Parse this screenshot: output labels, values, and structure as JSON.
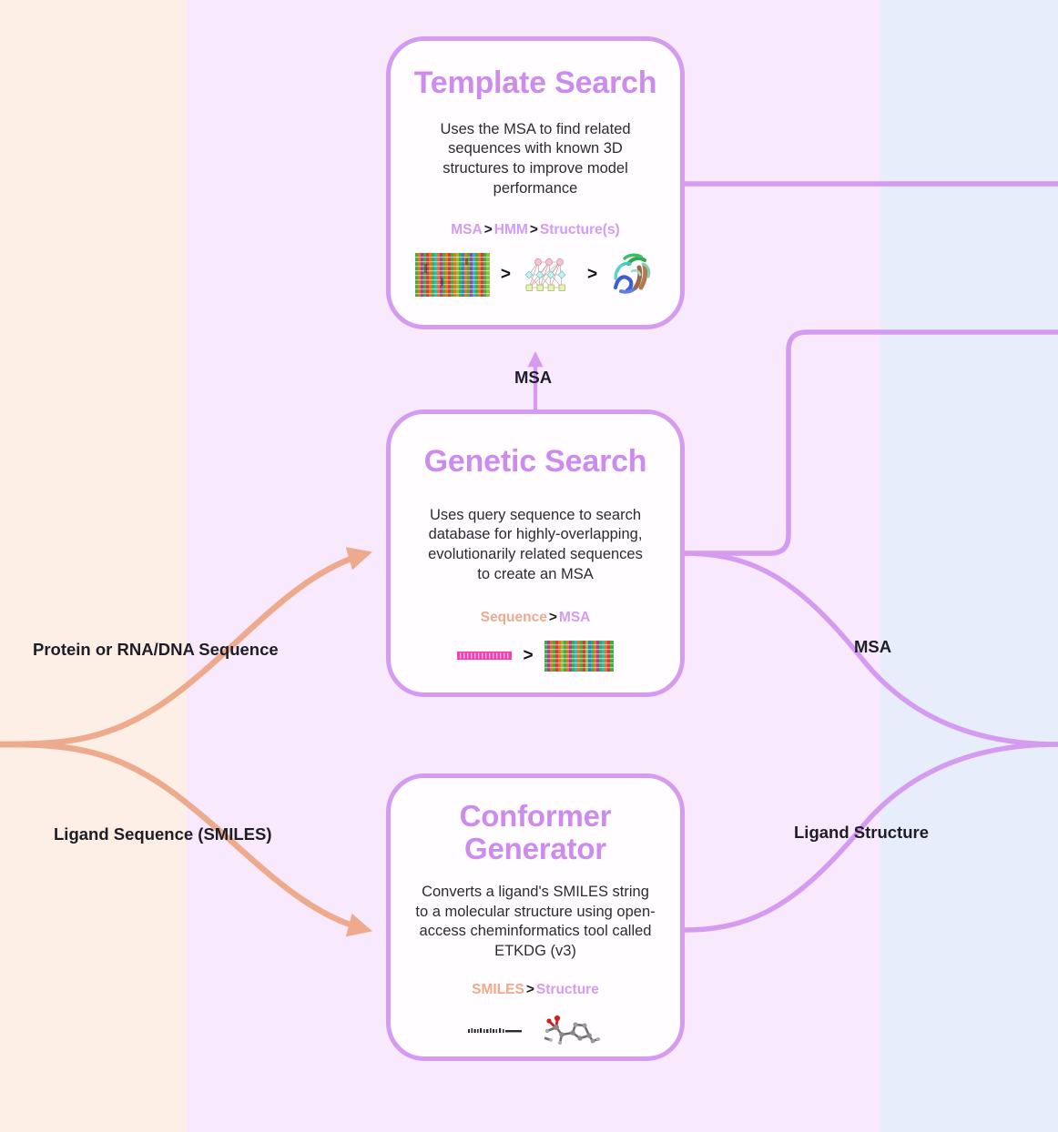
{
  "background": {
    "bands": [
      {
        "name": "input-band",
        "color": "#fdeee6"
      },
      {
        "name": "processing-band",
        "color": "#f8e9fd"
      },
      {
        "name": "output-band",
        "color": "#e7edfb"
      }
    ]
  },
  "theme": {
    "card_border": "#d49bf0",
    "card_bg": "#fffdff",
    "title_color": "#cd8bee",
    "purple_edge": "#d49bf0",
    "salmon_edge": "#eeaa8c",
    "text_color": "#2b2b33"
  },
  "cards": {
    "template_search": {
      "title": "Template Search",
      "description": "Uses the MSA to find related sequences with known 3D structures to improve model performance",
      "io": {
        "input": "MSA",
        "middle": "HMM",
        "output": "Structure(s)",
        "separator": ">"
      },
      "thumbnails": [
        "msa-grid-thumbnail",
        "hmm-graph-thumbnail",
        "protein-structure-thumbnail"
      ]
    },
    "genetic_search": {
      "title": "Genetic Search",
      "description": "Uses query sequence to search database for highly-overlapping, evolutionarily related sequences to create an MSA",
      "io": {
        "input": "Sequence",
        "output": "MSA",
        "separator": ">"
      },
      "thumbnails": [
        "sequence-strip-thumbnail",
        "msa-grid-thumbnail"
      ]
    },
    "conformer_generator": {
      "title": "Conformer Generator",
      "title_line1": "Conformer",
      "title_line2": "Generator",
      "description": "Converts a ligand's SMILES string to a molecular structure using open-access cheminformatics tool called ETKDG (v3)",
      "io": {
        "input": "SMILES",
        "output": "Structure",
        "separator": ">"
      },
      "thumbnails": [
        "smiles-string-thumbnail",
        "molecule-structure-thumbnail"
      ]
    }
  },
  "edges": {
    "protein_input": "Protein or RNA/DNA Sequence",
    "ligand_input": "Ligand Sequence (SMILES)",
    "msa_to_template": "MSA",
    "msa_output": "MSA",
    "ligand_structure_output": "Ligand Structure"
  }
}
